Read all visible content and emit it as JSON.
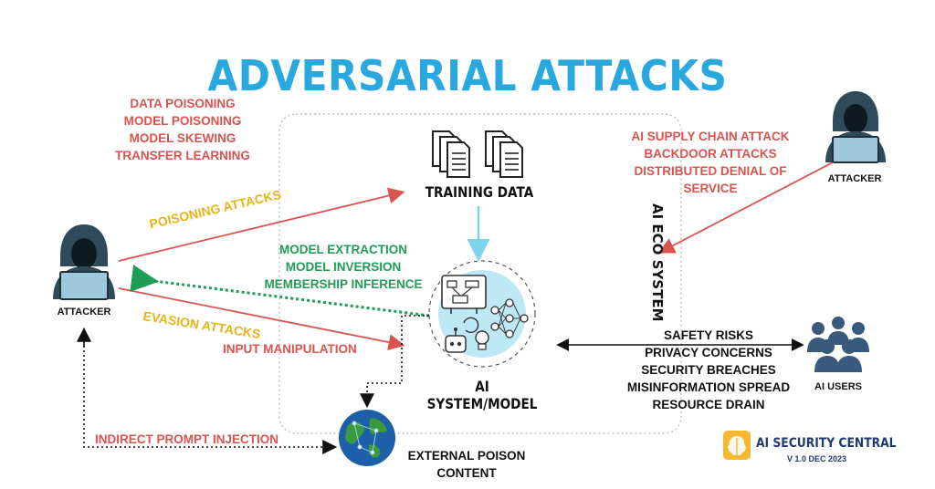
{
  "title": "ADVERSARIAL ATTACKS",
  "left_attacks": [
    "DATA POISONING",
    "MODEL POISONING",
    "MODEL SKEWING",
    "TRANSFER LEARNING"
  ],
  "right_attacks": [
    "AI SUPPLY CHAIN ATTACK",
    "BACKDOOR ATTACKS",
    "DISTRIBUTED DENIAL OF",
    "SERVICE"
  ],
  "poisoning_label": "POISONING ATTACKS",
  "evasion_label": "EVASION ATTACKS",
  "input_manipulation": "INPUT MANIPULATION",
  "model_attacks": [
    "MODEL EXTRACTION",
    "MODEL INVERSION",
    "MEMBERSHIP INFERENCE"
  ],
  "training_data": "TRAINING DATA",
  "ai_system": "AI SYSTEM/MODEL",
  "ecosystem": "AI ECO SYSTEM",
  "risks": [
    "SAFETY RISKS",
    "PRIVACY CONCERNS",
    "SECURITY BREACHES",
    "MISINFORMATION SPREAD",
    "RESOURCE DRAIN"
  ],
  "attacker_left": "ATTACKER",
  "attacker_right": "ATTACKER",
  "ai_users": "AI USERS",
  "indirect_prompt": "INDIRECT PROMPT INJECTION",
  "external_poison": [
    "EXTERNAL POISON",
    "CONTENT"
  ],
  "brand": "AI SECURITY CENTRAL",
  "version": "V 1.0 DEC 2023",
  "colors": {
    "title": "#29a8e0",
    "red": "#d9534f",
    "green": "#1f9d55",
    "yellow": "#e8b418",
    "hoodie": "#2f4b5a"
  }
}
